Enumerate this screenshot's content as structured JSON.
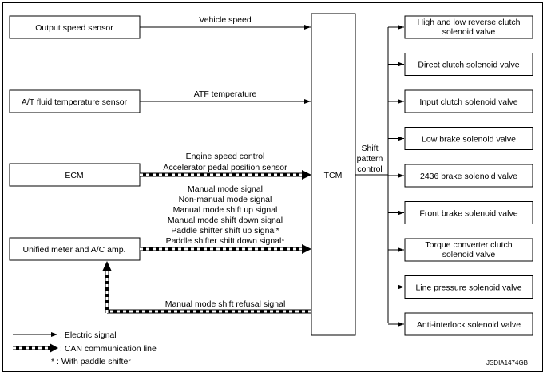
{
  "inputs": {
    "output_speed_sensor": "Output speed sensor",
    "atf_temp_sensor": "A/T fluid temperature sensor",
    "ecm": "ECM",
    "unified_meter": "Unified meter and A/C amp."
  },
  "tcm": "TCM",
  "signals": {
    "vehicle_speed": "Vehicle speed",
    "atf_temperature": "ATF temperature",
    "ecm_lines": [
      "Engine speed control",
      "Accelerator pedal position sensor"
    ],
    "meter_lines": [
      "Manual mode signal",
      "Non-manual mode signal",
      "Manual mode shift up signal",
      "Manual mode shift down signal",
      "Paddle shifter shift up signal*",
      "Paddle shifter shift down signal*"
    ],
    "refusal": "Manual mode shift refusal signal",
    "shift_pattern_control": [
      "Shift",
      "pattern",
      "control"
    ]
  },
  "outputs": [
    [
      "High and low reverse clutch",
      "solenoid valve"
    ],
    [
      "Direct clutch solenoid valve"
    ],
    [
      "Input clutch solenoid valve"
    ],
    [
      "Low brake solenoid valve"
    ],
    [
      "2436 brake solenoid valve"
    ],
    [
      "Front brake solenoid valve"
    ],
    [
      "Torque converter clutch",
      "solenoid valve"
    ],
    [
      "Line pressure solenoid valve"
    ],
    [
      "Anti-interlock solenoid valve"
    ]
  ],
  "legend": {
    "electric": ": Electric signal",
    "can": ": CAN communication line",
    "paddle": "* : With paddle shifter"
  },
  "code": "JSDIA1474GB"
}
